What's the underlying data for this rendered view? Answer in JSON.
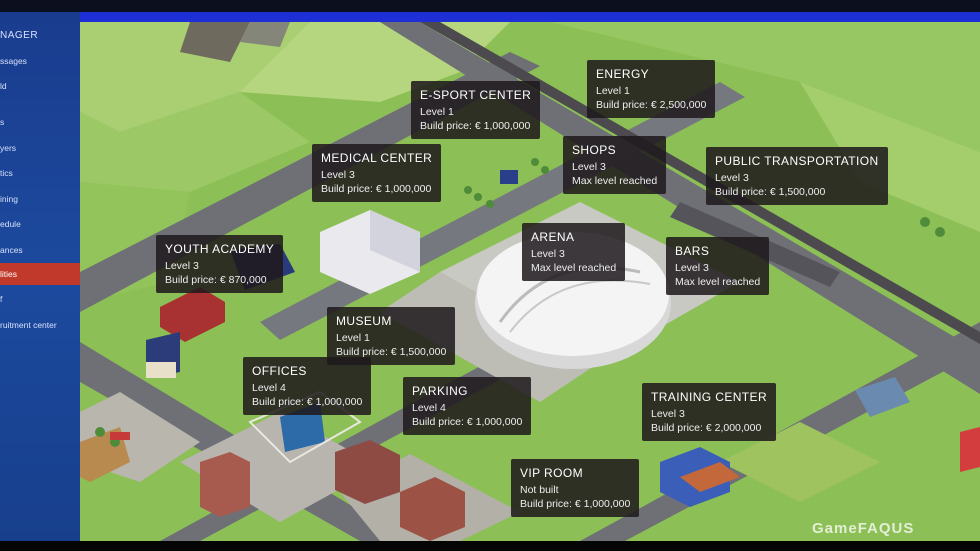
{
  "sidebar": {
    "title": "NAGER",
    "items": [
      {
        "label": "ssages"
      },
      {
        "label": "ld"
      },
      {
        "label": "s"
      },
      {
        "label": "yers"
      },
      {
        "label": "tics"
      },
      {
        "label": "ining"
      },
      {
        "label": "edule"
      },
      {
        "label": "ances"
      },
      {
        "label": "lities",
        "active": true
      },
      {
        "label": "f"
      },
      {
        "label": "ruitment center"
      }
    ]
  },
  "facilities": [
    {
      "name": "ENERGY",
      "level": "Level 1",
      "price": "Build price: € 2,500,000"
    },
    {
      "name": "E-SPORT CENTER",
      "level": "Level 1",
      "price": "Build price: € 1,000,000"
    },
    {
      "name": "MEDICAL CENTER",
      "level": "Level 3",
      "price": "Build price: € 1,000,000"
    },
    {
      "name": "SHOPS",
      "level": "Level 3",
      "price": "Max level reached"
    },
    {
      "name": "PUBLIC TRANSPORTATION",
      "level": "Level 3",
      "price": "Build price: € 1,500,000"
    },
    {
      "name": "YOUTH ACADEMY",
      "level": "Level 3",
      "price": "Build price: € 870,000"
    },
    {
      "name": "ARENA",
      "level": "Level 3",
      "price": "Max level reached"
    },
    {
      "name": "BARS",
      "level": "Level 3",
      "price": "Max level reached"
    },
    {
      "name": "MUSEUM",
      "level": "Level 1",
      "price": "Build price: € 1,500,000"
    },
    {
      "name": "OFFICES",
      "level": "Level 4",
      "price": "Build price: € 1,000,000"
    },
    {
      "name": "PARKING",
      "level": "Level 4",
      "price": "Build price: € 1,000,000"
    },
    {
      "name": "TRAINING CENTER",
      "level": "Level 3",
      "price": "Build price: € 2,000,000"
    },
    {
      "name": "VIP ROOM",
      "level": "Not built",
      "price": "Build price: € 1,000,000"
    }
  ],
  "watermark": "GameFAQUS",
  "colors": {
    "sidebar": "#1c4a9e",
    "active": "#c0392b",
    "accent_bar": "#1f2fd6",
    "grass": "#8fc257",
    "road": "#6b6d73"
  }
}
